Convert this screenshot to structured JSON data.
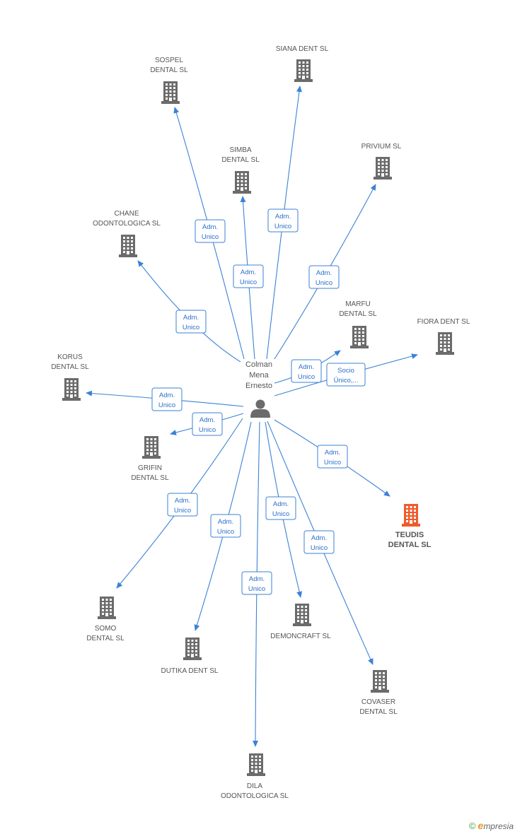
{
  "colors": {
    "edge": "#3b82d6",
    "building": "#6b6b6b",
    "building_highlight": "#f05a2a",
    "label_border": "#3b82d6"
  },
  "person": {
    "name_lines": [
      "Colman",
      "Mena",
      "Ernesto"
    ],
    "icon": "person-icon"
  },
  "companies": [
    {
      "id": "sospel",
      "lines": [
        "SOSPEL",
        "DENTAL SL"
      ]
    },
    {
      "id": "siana",
      "lines": [
        "SIANA DENT SL"
      ]
    },
    {
      "id": "simba",
      "lines": [
        "SIMBA",
        "DENTAL SL"
      ]
    },
    {
      "id": "privium",
      "lines": [
        "PRIVIUM SL"
      ]
    },
    {
      "id": "chane",
      "lines": [
        "CHANE",
        "ODONTOLOGICA SL"
      ]
    },
    {
      "id": "marfu",
      "lines": [
        "MARFU",
        "DENTAL SL"
      ]
    },
    {
      "id": "fiora",
      "lines": [
        "FIORA DENT SL"
      ]
    },
    {
      "id": "korus",
      "lines": [
        "KORUS",
        "DENTAL SL"
      ]
    },
    {
      "id": "grifin",
      "lines": [
        "GRIFIN",
        "DENTAL SL"
      ]
    },
    {
      "id": "teudis",
      "lines": [
        "TEUDIS",
        "DENTAL SL"
      ],
      "highlight": true
    },
    {
      "id": "somo",
      "lines": [
        "SOMO",
        "DENTAL SL"
      ]
    },
    {
      "id": "dutika",
      "lines": [
        "DUTIKA DENT  SL"
      ]
    },
    {
      "id": "dila",
      "lines": [
        "DILA",
        "ODONTOLOGICA SL"
      ]
    },
    {
      "id": "demoncraft",
      "lines": [
        "DEMONCRAFT SL"
      ]
    },
    {
      "id": "covaser",
      "lines": [
        "COVASER",
        "DENTAL  SL"
      ]
    }
  ],
  "edges": [
    {
      "to": "sospel",
      "label": [
        "Adm.",
        "Unico"
      ]
    },
    {
      "to": "siana",
      "label": [
        "Adm.",
        "Unico"
      ]
    },
    {
      "to": "simba",
      "label": [
        "Adm.",
        "Unico"
      ]
    },
    {
      "to": "privium",
      "label": [
        "Adm.",
        "Unico"
      ]
    },
    {
      "to": "chane",
      "label": [
        "Adm.",
        "Unico"
      ]
    },
    {
      "to": "marfu",
      "label": [
        "Adm.",
        "Unico"
      ]
    },
    {
      "to": "fiora",
      "label": [
        "Socio",
        "Único,..."
      ]
    },
    {
      "to": "korus",
      "label": [
        "Adm.",
        "Unico"
      ]
    },
    {
      "to": "grifin",
      "label": [
        "Adm.",
        "Unico"
      ]
    },
    {
      "to": "teudis",
      "label": [
        "Adm.",
        "Unico"
      ]
    },
    {
      "to": "somo",
      "label": [
        "Adm.",
        "Unico"
      ]
    },
    {
      "to": "dutika",
      "label": [
        "Adm.",
        "Unico"
      ]
    },
    {
      "to": "dila",
      "label": [
        "Adm.",
        "Unico"
      ]
    },
    {
      "to": "demoncraft",
      "label": [
        "Adm.",
        "Unico"
      ]
    },
    {
      "to": "covaser",
      "label": [
        "Adm.",
        "Unico"
      ]
    }
  ],
  "credit": {
    "copyright": "©",
    "brand_initial": "e",
    "brand_rest": "mpresia"
  }
}
